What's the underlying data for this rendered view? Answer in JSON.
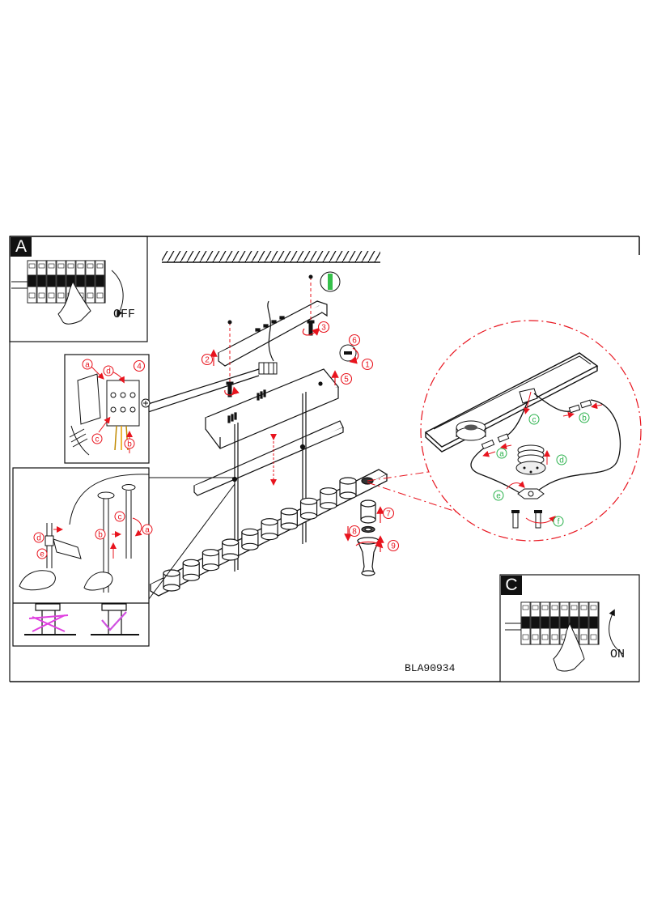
{
  "panels": {
    "a": {
      "letter": "A",
      "switch_label": "OFF"
    },
    "c": {
      "letter": "C",
      "switch_label": "ON"
    }
  },
  "model_code": "BLA90934",
  "step_numbers": [
    "1",
    "2",
    "3",
    "4",
    "5",
    "6",
    "7",
    "8",
    "9"
  ],
  "callout_letters": {
    "wiring": [
      "a",
      "b",
      "c",
      "d"
    ],
    "canopy": [
      "a",
      "b",
      "c",
      "d",
      "e"
    ],
    "connector": [
      "a",
      "b",
      "c",
      "d",
      "e",
      "f"
    ]
  },
  "colors": {
    "line": "#111111",
    "arrow": "#e8141e",
    "callout_green": "#2bb24c",
    "wrong_mark": "#e040e0",
    "right_mark": "#d050e0",
    "detail_circle": "#e8141e"
  }
}
